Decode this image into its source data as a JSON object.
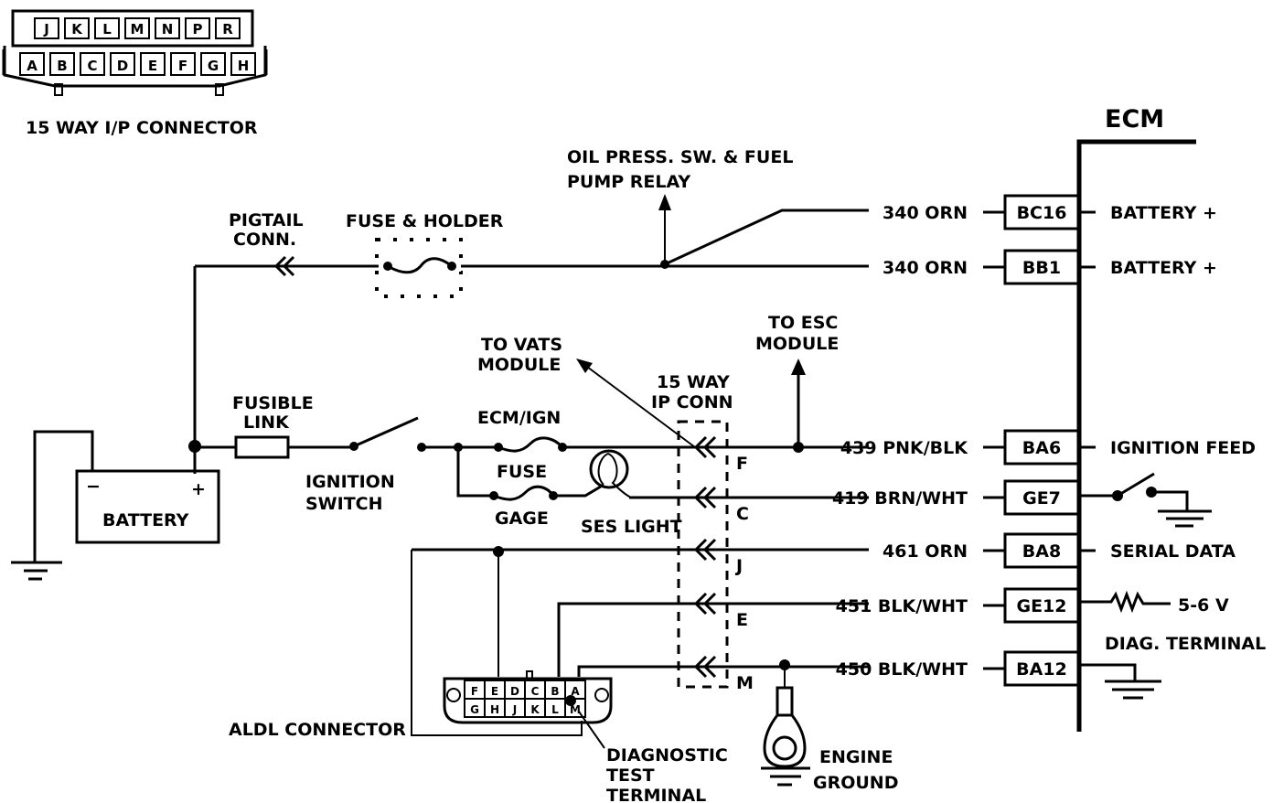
{
  "ip_connector": {
    "title": "15 WAY I/P CONNECTOR",
    "top_row_pins": [
      "J",
      "K",
      "L",
      "M",
      "N",
      "P",
      "R"
    ],
    "bottom_row_pins": [
      "A",
      "B",
      "C",
      "D",
      "E",
      "F",
      "G",
      "H"
    ]
  },
  "ecm": {
    "title": "ECM",
    "terminals": [
      {
        "id": "BC16",
        "function": "BATTERY +",
        "wire": "340 ORN"
      },
      {
        "id": "BB1",
        "function": "BATTERY +",
        "wire": "340 ORN"
      },
      {
        "id": "BA6",
        "function": "IGNITION FEED",
        "wire": "439 PNK/BLK",
        "ip_pin": "F"
      },
      {
        "id": "GE7",
        "function": "",
        "wire": "419 BRN/WHT",
        "ip_pin": "C"
      },
      {
        "id": "BA8",
        "function": "SERIAL DATA",
        "wire": "461 ORN",
        "ip_pin": "J"
      },
      {
        "id": "GE12",
        "function": "5-6 V",
        "wire": "451 BLK/WHT",
        "ip_pin": "E"
      },
      {
        "id": "BA12",
        "function": "",
        "wire": "450 BLK/WHT",
        "ip_pin": "M"
      }
    ],
    "diag_terminal_label": "DIAG. TERMINAL"
  },
  "labels": {
    "oil_press": "OIL PRESS. SW. & FUEL",
    "pump_relay": "PUMP RELAY",
    "pigtail_1": "PIGTAIL",
    "pigtail_2": "CONN.",
    "fuse_holder": "FUSE & HOLDER",
    "to_esc_1": "TO ESC",
    "to_esc_2": "MODULE",
    "to_vats_1": "TO VATS",
    "to_vats_2": "MODULE",
    "ip_conn_1": "15 WAY",
    "ip_conn_2": "IP CONN",
    "fusible_1": "FUSIBLE",
    "fusible_2": "LINK",
    "ign_switch_1": "IGNITION",
    "ign_switch_2": "SWITCH",
    "ecm_ign": "ECM/IGN",
    "fuse": "FUSE",
    "gage": "GAGE",
    "ses_light": "SES LIGHT",
    "battery": "BATTERY",
    "battery_neg": "−",
    "battery_pos": "+",
    "aldl_connector": "ALDL CONNECTOR",
    "diag_test_1": "DIAGNOSTIC",
    "diag_test_2": "TEST",
    "diag_test_3": "TERMINAL",
    "engine_ground_1": "ENGINE",
    "engine_ground_2": "GROUND"
  },
  "aldl": {
    "top_row_pins": [
      "F",
      "E",
      "D",
      "C",
      "B",
      "A"
    ],
    "bottom_row_pins": [
      "G",
      "H",
      "J",
      "K",
      "L",
      "M"
    ]
  }
}
